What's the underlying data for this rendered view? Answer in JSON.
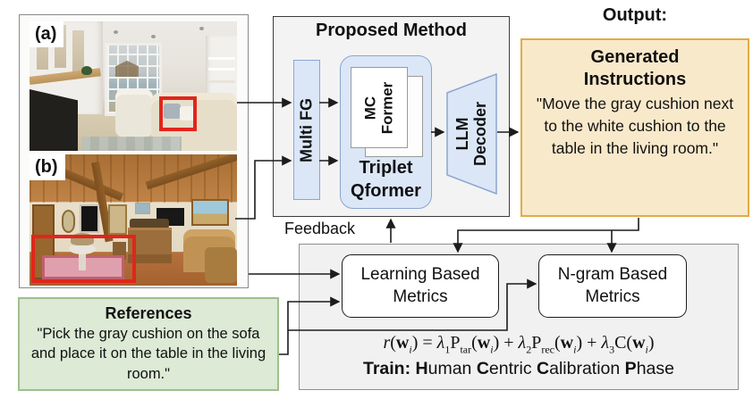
{
  "panel": {
    "label_a": "(a)",
    "label_b": "(b)"
  },
  "proposed": {
    "title": "Proposed Method",
    "multi_fg": "Multi FG",
    "mc_former": [
      "MC",
      "Former"
    ],
    "triplet": [
      "Triplet",
      "Qformer"
    ],
    "llm": [
      "LLM",
      "Decoder"
    ]
  },
  "output": {
    "heading": "Output:",
    "title": "Generated Instructions",
    "body": "\"Move the gray cushion next to the white cushion to the table in the living room.\""
  },
  "feedback": {
    "label": "Feedback"
  },
  "train": {
    "learning_metrics": "Learning Based Metrics",
    "ngram_metrics": "N-gram Based Metrics",
    "formula_segments": [
      {
        "t": "r",
        "it": 1
      },
      {
        "t": "("
      },
      {
        "t": "w",
        "b": 1
      },
      {
        "t": "i",
        "sub": 1,
        "it": 1
      },
      {
        "t": ") = "
      },
      {
        "t": "λ",
        "it": 1
      },
      {
        "t": "1",
        "sub": 1
      },
      {
        "t": "P"
      },
      {
        "t": "tar",
        "sub": 1
      },
      {
        "t": "("
      },
      {
        "t": "w",
        "b": 1
      },
      {
        "t": "i",
        "sub": 1,
        "it": 1
      },
      {
        "t": ") + "
      },
      {
        "t": "λ",
        "it": 1
      },
      {
        "t": "2",
        "sub": 1
      },
      {
        "t": "P"
      },
      {
        "t": "rec",
        "sub": 1
      },
      {
        "t": "("
      },
      {
        "t": "w",
        "b": 1
      },
      {
        "t": "i",
        "sub": 1,
        "it": 1
      },
      {
        "t": ") + "
      },
      {
        "t": "λ",
        "it": 1
      },
      {
        "t": "3",
        "sub": 1
      },
      {
        "t": "C"
      },
      {
        "t": "("
      },
      {
        "t": "w",
        "b": 1
      },
      {
        "t": "i",
        "sub": 1,
        "it": 1
      },
      {
        "t": ")"
      }
    ],
    "phase_segments": [
      {
        "t": "Train: ",
        "b": 1
      },
      {
        "t": "H",
        "b": 1
      },
      {
        "t": "uman "
      },
      {
        "t": "C",
        "b": 1
      },
      {
        "t": "entric "
      },
      {
        "t": "C",
        "b": 1
      },
      {
        "t": "alibration "
      },
      {
        "t": "P",
        "b": 1
      },
      {
        "t": "hase"
      }
    ]
  },
  "references": {
    "title": "References",
    "body": "\"Pick the gray cushion on the sofa and place it on the table in the living room.\""
  },
  "colors": {
    "accent_blue": "#dbe7f7",
    "blue_border": "#8aa6cf",
    "output_tan": "#f9e9cb",
    "tan_border": "#e0ac45",
    "reference_green": "#dcead6",
    "green_border": "#9fbe8d",
    "bbox_red": "#e2251b",
    "wire": "#1c1c1c"
  }
}
